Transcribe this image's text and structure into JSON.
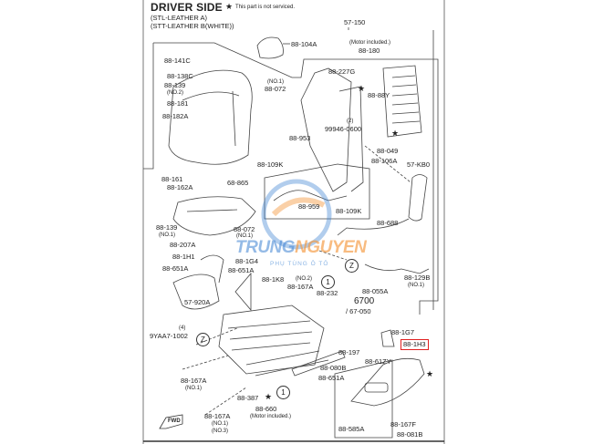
{
  "header": {
    "title": "DRIVER SIDE",
    "note": "This part is not serviced.",
    "variant_1": "(STL-LEATHER A)",
    "variant_2": "(STT-LEATHER B(WHITE))"
  },
  "watermark": {
    "brand_a": "TRUNG",
    "brand_b": "NGUYEN",
    "tagline": "PHỤ TÙNG Ô TÔ"
  },
  "highlight_color": "#e02020",
  "labels": {
    "p57_150": "57-150",
    "p88_104A": "88-104A",
    "motor_included_top": "(Motor included.)",
    "p88_180": "88-180",
    "p88_141C": "88-141C",
    "p88_138C": "88-138C",
    "p88_139_a": "88-139",
    "no2_a": "(NO.2)",
    "p88_181": "88-181",
    "p88_182A": "88-182A",
    "no1_072": "(NO.1)",
    "p88_072_a": "88-072",
    "p88_227G": "88-227G",
    "p88_88Y": "88-88Y",
    "qty2": "(2)",
    "p99946_0600": "99946-0600",
    "p88_953": "88-953",
    "p88_049": "88-049",
    "p88_106A": "88-106A",
    "p57_KB0": "57-KB0",
    "p88_109K_a": "88-109K",
    "p88_161": "88-161",
    "p88_162A": "88-162A",
    "p68_865": "68-865",
    "p88_959": "88-959",
    "p88_109K_b": "88-109K",
    "p88_688": "88-688",
    "p88_139_b": "88-139",
    "no1_139": "(NO.1)",
    "p88_207A": "88-207A",
    "p88_072_b": "88-072",
    "no1_072b": "(NO.1)",
    "p88_1H1": "88-1H1",
    "p88_1G4": "88-1G4",
    "p88_651A_a": "88-651A",
    "p88_651A_b": "88-651A",
    "z_a": "Z",
    "p88_129B": "88-129B",
    "no1_129B": "(NO.1)",
    "p88_1K8": "88-1K8",
    "no2_167A": "(NO.2)",
    "p88_167A_a": "88-167A",
    "circle_1_a": "1",
    "p88_232": "88-232",
    "p88_055A": "88-055A",
    "p57_920A": "57-920A",
    "p6700": "6700",
    "p67_050": "/ 67-050",
    "qty4": "(4)",
    "p9YAA7_1002": "9YAA7-1002",
    "p88_1G7": "88-1G7",
    "p88_1H3": "88-1H3",
    "z_b": "Z",
    "p88_197": "88-197",
    "p88_61ZY": "88-61ZY",
    "p88_080B": "88-080B",
    "p88_651A_c": "88-651A",
    "p88_167A_b": "88-167A",
    "no1_167A_b": "(NO.1)",
    "p88_387": "88-387",
    "circle_1_b": "1",
    "p88_660": "88-660",
    "motor_included_bottom": "(Motor included.)",
    "p88_167A_c": "88-167A",
    "no1_167A_c": "(NO.1)",
    "no3_167A_c": "(NO.3)",
    "p88_585A": "88-585A",
    "p88_167F": "88-167F",
    "p88_081B": "88-081B",
    "fwd": "FWD"
  }
}
